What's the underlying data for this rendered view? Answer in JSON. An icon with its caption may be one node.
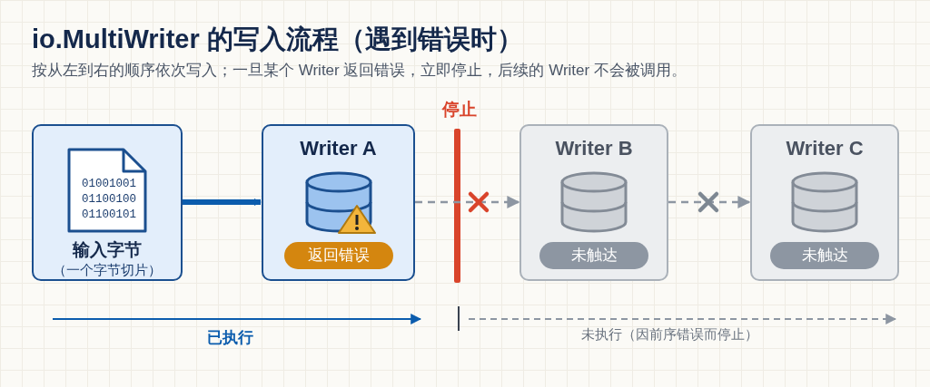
{
  "diagram": {
    "title": "io.MultiWriter 的写入流程（遇到错误时）",
    "nodes": [
      {
        "text": [
          "01001001 01100100 01100101",
          "输入字节",
          "（一个字节切片）"
        ]
      },
      {
        "text": [
          "Writer A",
          "返回错误"
        ]
      },
      {
        "text": [
          "Writer B",
          "未触达"
        ]
      },
      {
        "text": [
          "Writer C",
          "未触达"
        ]
      }
    ],
    "edges": [
      {
        "from": 0,
        "to": 1,
        "arrow": "to",
        "style": "thick",
        "color": "#0b5cad"
      },
      {
        "from": 1,
        "to": 2,
        "arrow": "to",
        "style": "dashed"
      },
      {
        "from": 2,
        "to": 3,
        "arrow": "to",
        "style": "dashed"
      }
    ],
    "labels": [
      "按从左到右的顺序依次写入；一旦某个 Writer 返回错误，立即停止，后续的 Writer 不会被调用。",
      "停止",
      "已执行",
      "未执行（因前序错误而停止）"
    ]
  }
}
